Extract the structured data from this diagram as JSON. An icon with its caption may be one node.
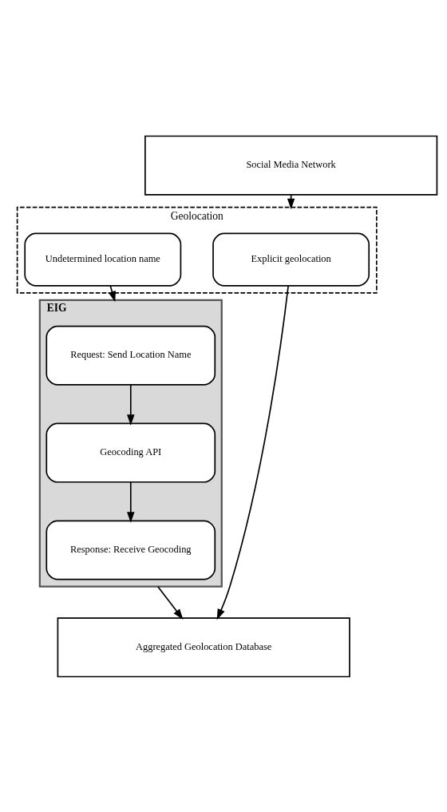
{
  "diagram": {
    "nodes": [
      {
        "text": [
          "Social Media Network"
        ]
      },
      {
        "text": [
          "Geolocation"
        ]
      },
      {
        "text": [
          "Explicit geolocation"
        ],
        "in": 1
      },
      {
        "text": [
          "Undetermined location name"
        ],
        "in": 1
      },
      {
        "text": [
          "EIG"
        ]
      },
      {
        "text": [
          "Request: Send Location Name"
        ],
        "in": 4
      },
      {
        "text": [
          "Geocoding API"
        ],
        "in": 4
      },
      {
        "text": [
          "Response: Receive Geocoding"
        ],
        "in": 4
      },
      {
        "text": [
          "Aggregated Geolocation Database"
        ]
      }
    ],
    "edges": [
      {
        "from": 0,
        "to": 1,
        "arrow": "to"
      },
      {
        "from": 2,
        "to": 8,
        "arrow": "to"
      },
      {
        "from": 3,
        "to": 4,
        "arrow": "to"
      },
      {
        "from": 5,
        "to": 6,
        "arrow": "to"
      },
      {
        "from": 6,
        "to": 7,
        "arrow": "to"
      },
      {
        "from": 4,
        "to": 8,
        "arrow": "to"
      }
    ]
  }
}
